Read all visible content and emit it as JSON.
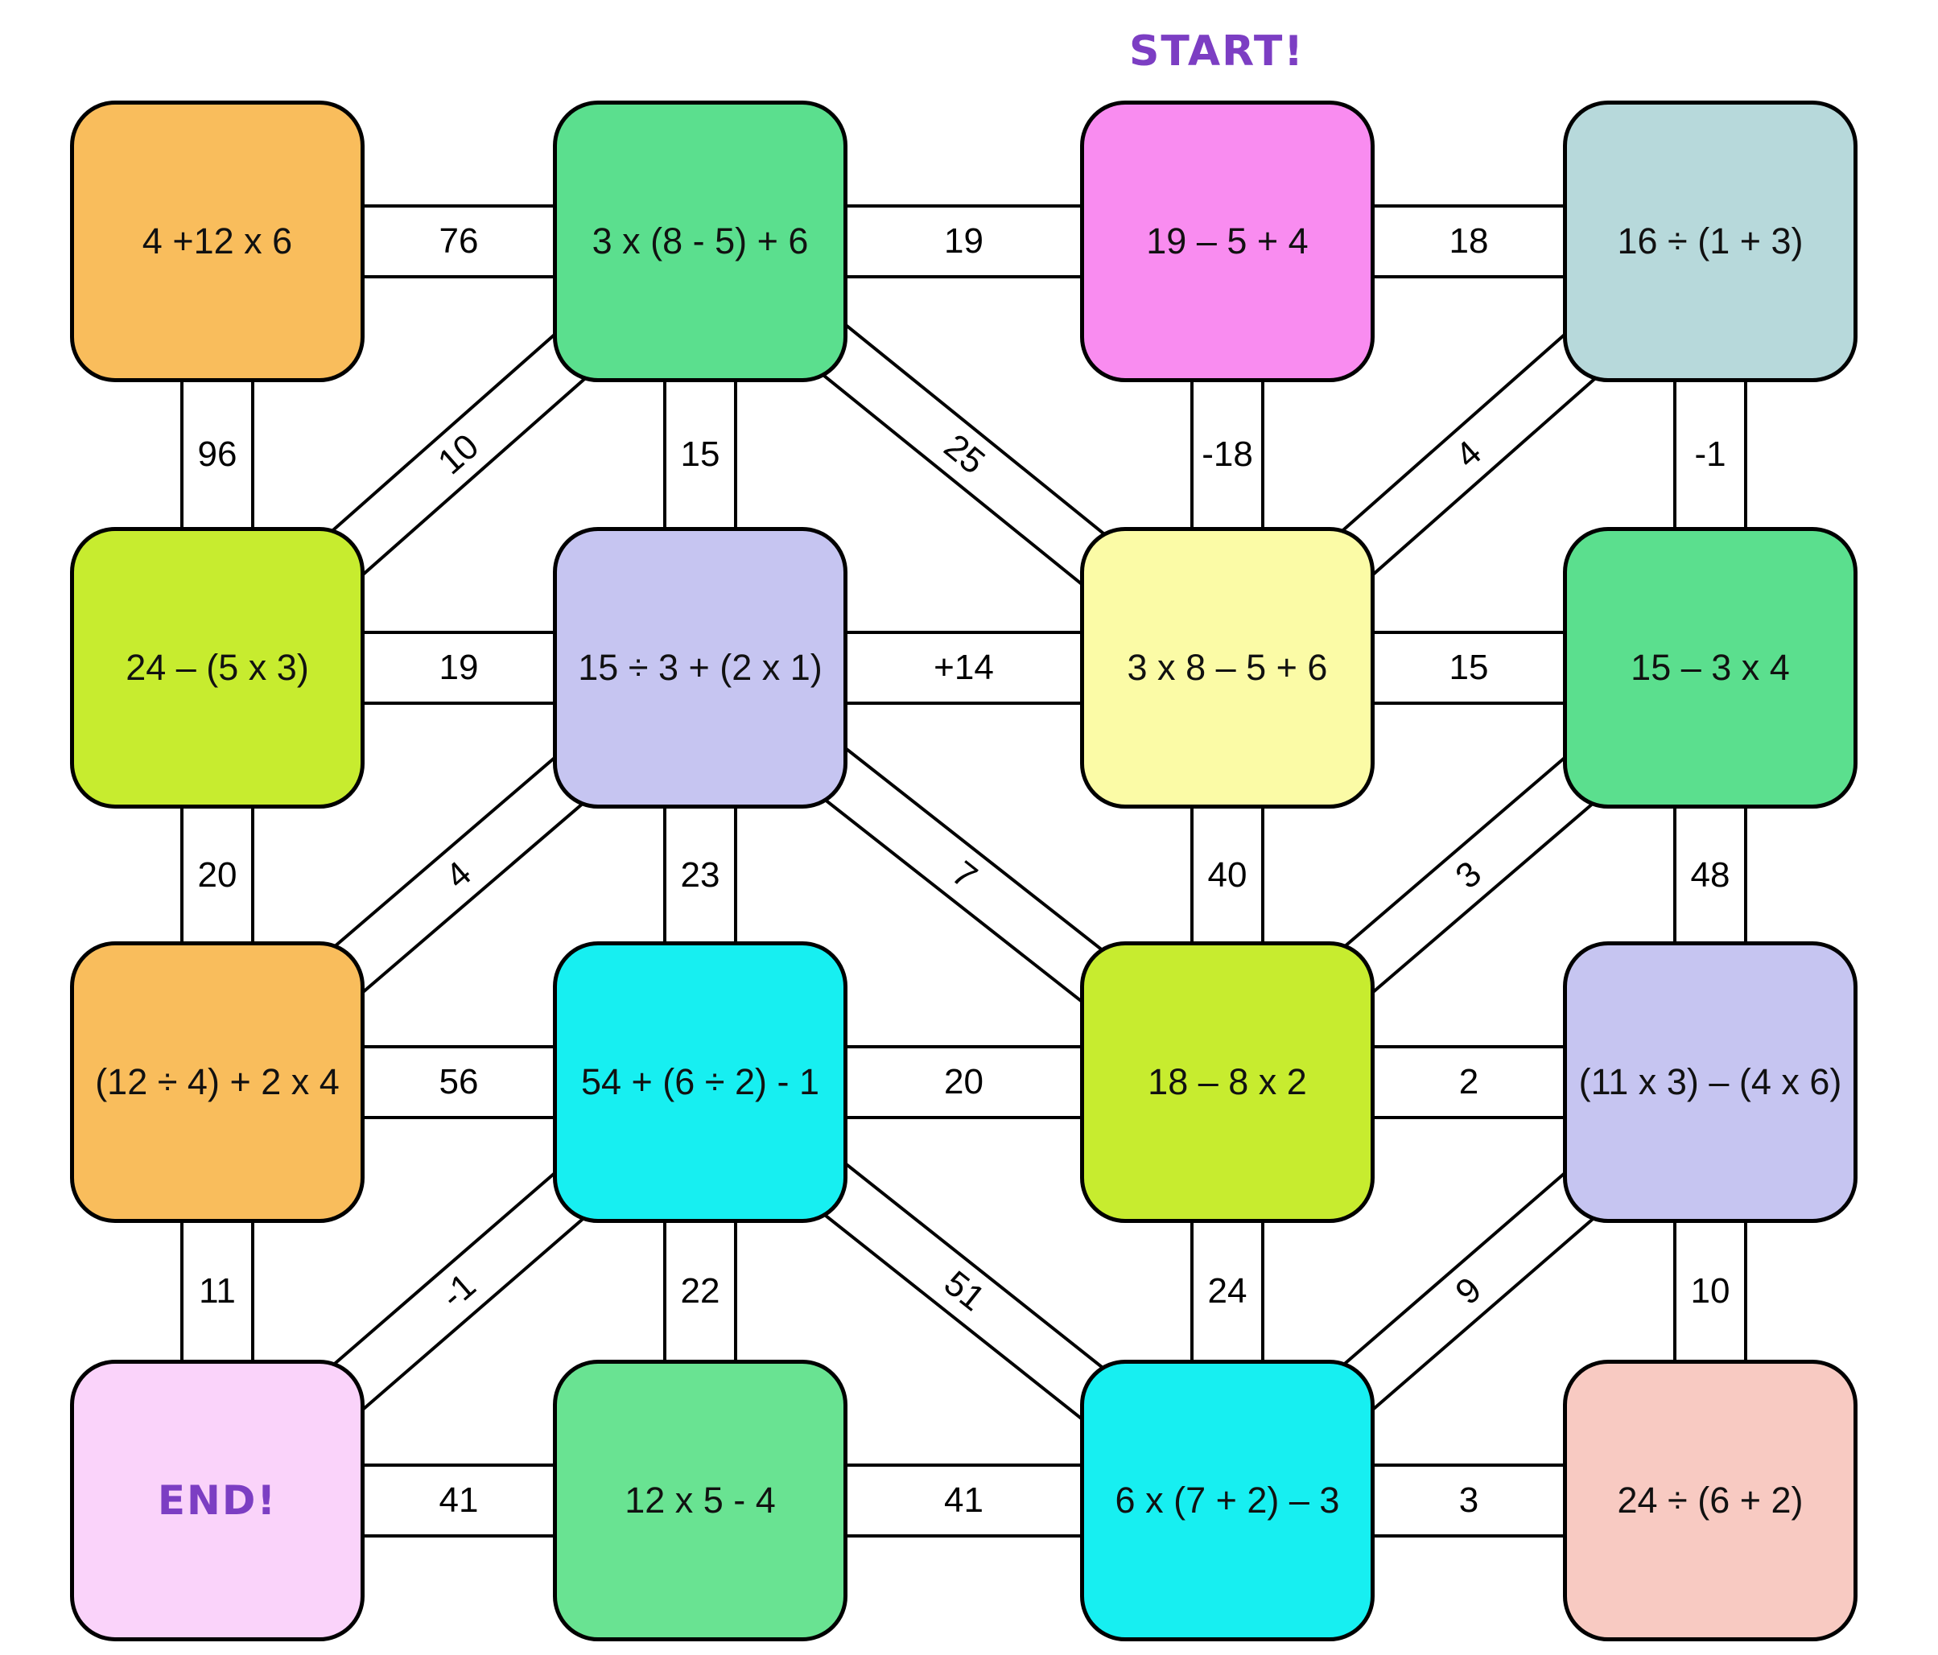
{
  "start_label": "START!",
  "colors": {
    "accent": "#7C3EC3",
    "background": "#FFFFFF",
    "edge_fill": "#FFFFFF",
    "edge_border": "#000000"
  },
  "nodes": [
    {
      "row": 0,
      "col": 0,
      "text": "4 +12 x 6",
      "color": "#F9BD5C"
    },
    {
      "row": 0,
      "col": 1,
      "text": "3 x (8 - 5) + 6",
      "color": "#5BDF8E"
    },
    {
      "row": 0,
      "col": 2,
      "text": "19 – 5 + 4",
      "color": "#F98CF0"
    },
    {
      "row": 0,
      "col": 3,
      "text": "16 ÷ (1 + 3)",
      "color": "#B7D9DB"
    },
    {
      "row": 1,
      "col": 0,
      "text": "24 – (5 x 3)",
      "color": "#C7EC2F"
    },
    {
      "row": 1,
      "col": 1,
      "text": "15 ÷ 3 + (2 x 1)",
      "color": "#C6C5F1"
    },
    {
      "row": 1,
      "col": 2,
      "text": "3 x 8 – 5 + 6",
      "color": "#FBFBA6"
    },
    {
      "row": 1,
      "col": 3,
      "text": "15 – 3 x 4",
      "color": "#5BDF8E"
    },
    {
      "row": 2,
      "col": 0,
      "text": "(12 ÷ 4) + 2 x 4",
      "color": "#F9BD5C"
    },
    {
      "row": 2,
      "col": 1,
      "text": "54 + (6 ÷ 2) - 1",
      "color": "#17EFF1"
    },
    {
      "row": 2,
      "col": 2,
      "text": "18 – 8 x 2",
      "color": "#C7EC2F"
    },
    {
      "row": 2,
      "col": 3,
      "text": "(11 x 3) – (4 x 6)",
      "color": "#C6C5F1"
    },
    {
      "row": 3,
      "col": 0,
      "text": "END!",
      "color": "#FAD3FA",
      "end": true
    },
    {
      "row": 3,
      "col": 1,
      "text": "12 x 5 - 4",
      "color": "#69E392"
    },
    {
      "row": 3,
      "col": 2,
      "text": "6 x (7 + 2) – 3",
      "color": "#17EFF1"
    },
    {
      "row": 3,
      "col": 3,
      "text": "24 ÷ (6 + 2)",
      "color": "#F8CAC2"
    }
  ],
  "edges": [
    {
      "from": [
        0,
        0
      ],
      "to": [
        0,
        1
      ],
      "label": "76"
    },
    {
      "from": [
        0,
        1
      ],
      "to": [
        0,
        2
      ],
      "label": "19"
    },
    {
      "from": [
        0,
        2
      ],
      "to": [
        0,
        3
      ],
      "label": "18"
    },
    {
      "from": [
        0,
        0
      ],
      "to": [
        1,
        0
      ],
      "label": "96"
    },
    {
      "from": [
        0,
        1
      ],
      "to": [
        1,
        0
      ],
      "label": "10"
    },
    {
      "from": [
        0,
        1
      ],
      "to": [
        1,
        1
      ],
      "label": "15"
    },
    {
      "from": [
        0,
        1
      ],
      "to": [
        1,
        2
      ],
      "label": "25"
    },
    {
      "from": [
        0,
        2
      ],
      "to": [
        1,
        2
      ],
      "label": "-18"
    },
    {
      "from": [
        0,
        3
      ],
      "to": [
        1,
        2
      ],
      "label": "4"
    },
    {
      "from": [
        0,
        3
      ],
      "to": [
        1,
        3
      ],
      "label": "-1"
    },
    {
      "from": [
        1,
        0
      ],
      "to": [
        1,
        1
      ],
      "label": "19"
    },
    {
      "from": [
        1,
        1
      ],
      "to": [
        1,
        2
      ],
      "label": "+14"
    },
    {
      "from": [
        1,
        2
      ],
      "to": [
        1,
        3
      ],
      "label": "15"
    },
    {
      "from": [
        1,
        0
      ],
      "to": [
        2,
        0
      ],
      "label": "20"
    },
    {
      "from": [
        1,
        1
      ],
      "to": [
        2,
        0
      ],
      "label": "4"
    },
    {
      "from": [
        1,
        1
      ],
      "to": [
        2,
        1
      ],
      "label": "23"
    },
    {
      "from": [
        1,
        1
      ],
      "to": [
        2,
        2
      ],
      "label": "7"
    },
    {
      "from": [
        1,
        2
      ],
      "to": [
        2,
        2
      ],
      "label": "40"
    },
    {
      "from": [
        1,
        3
      ],
      "to": [
        2,
        2
      ],
      "label": "3"
    },
    {
      "from": [
        1,
        3
      ],
      "to": [
        2,
        3
      ],
      "label": "48"
    },
    {
      "from": [
        2,
        0
      ],
      "to": [
        2,
        1
      ],
      "label": "56"
    },
    {
      "from": [
        2,
        1
      ],
      "to": [
        2,
        2
      ],
      "label": "20"
    },
    {
      "from": [
        2,
        2
      ],
      "to": [
        2,
        3
      ],
      "label": "2"
    },
    {
      "from": [
        2,
        0
      ],
      "to": [
        3,
        0
      ],
      "label": "11"
    },
    {
      "from": [
        2,
        1
      ],
      "to": [
        3,
        0
      ],
      "label": "-1"
    },
    {
      "from": [
        2,
        1
      ],
      "to": [
        3,
        1
      ],
      "label": "22"
    },
    {
      "from": [
        2,
        1
      ],
      "to": [
        3,
        2
      ],
      "label": "51"
    },
    {
      "from": [
        2,
        2
      ],
      "to": [
        3,
        2
      ],
      "label": "24"
    },
    {
      "from": [
        2,
        3
      ],
      "to": [
        3,
        2
      ],
      "label": "9"
    },
    {
      "from": [
        2,
        3
      ],
      "to": [
        3,
        3
      ],
      "label": "10"
    },
    {
      "from": [
        3,
        0
      ],
      "to": [
        3,
        1
      ],
      "label": "41"
    },
    {
      "from": [
        3,
        1
      ],
      "to": [
        3,
        2
      ],
      "label": "41"
    },
    {
      "from": [
        3,
        2
      ],
      "to": [
        3,
        3
      ],
      "label": "3"
    }
  ]
}
